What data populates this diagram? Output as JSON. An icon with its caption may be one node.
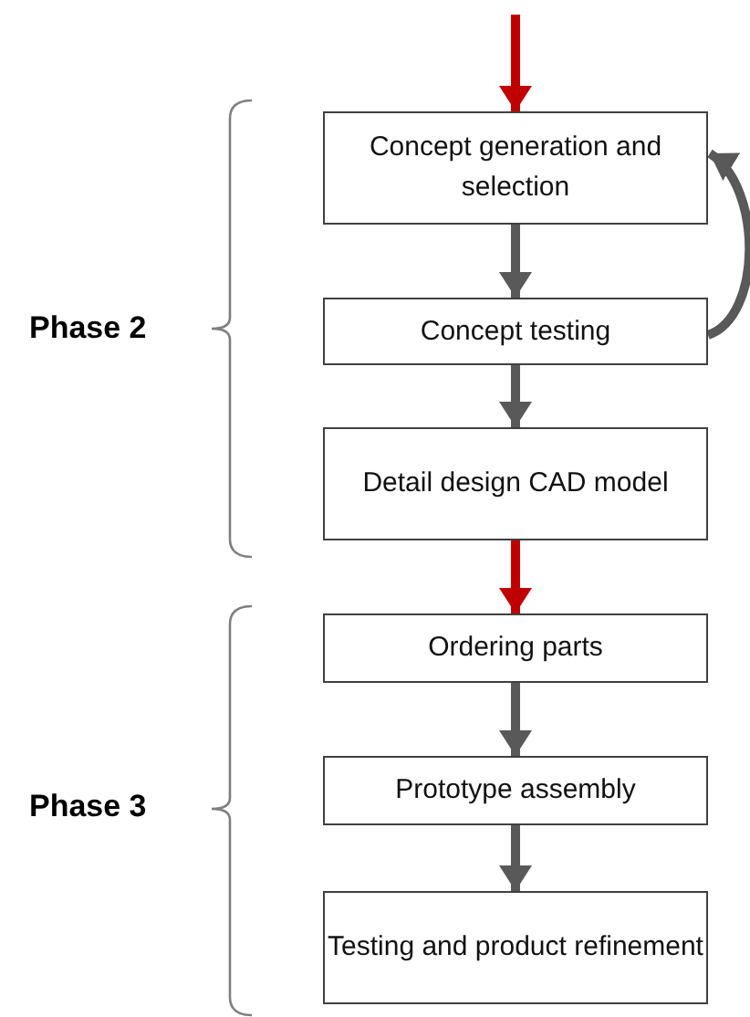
{
  "diagram": {
    "nodes": [
      {
        "text": [
          "Concept generation and selection"
        ]
      },
      {
        "text": [
          "Concept testing"
        ]
      },
      {
        "text": [
          "Detail design CAD model"
        ]
      },
      {
        "text": [
          "Ordering parts"
        ]
      },
      {
        "text": [
          "Prototype assembly"
        ]
      },
      {
        "text": [
          "Testing and product refinement"
        ]
      }
    ],
    "edges": [
      {
        "from": null,
        "to": 0,
        "arrow": "to",
        "color": "#c00000"
      },
      {
        "from": 0,
        "to": 1,
        "arrow": "to"
      },
      {
        "from": 1,
        "to": 2,
        "arrow": "to"
      },
      {
        "from": 1,
        "to": 0,
        "arrow": "to"
      },
      {
        "from": 2,
        "to": 3,
        "arrow": "to",
        "color": "#c00000"
      },
      {
        "from": 3,
        "to": 4,
        "arrow": "to"
      },
      {
        "from": 4,
        "to": 5,
        "arrow": "to"
      }
    ],
    "labels": [
      "Phase 2",
      "Phase 3"
    ]
  }
}
